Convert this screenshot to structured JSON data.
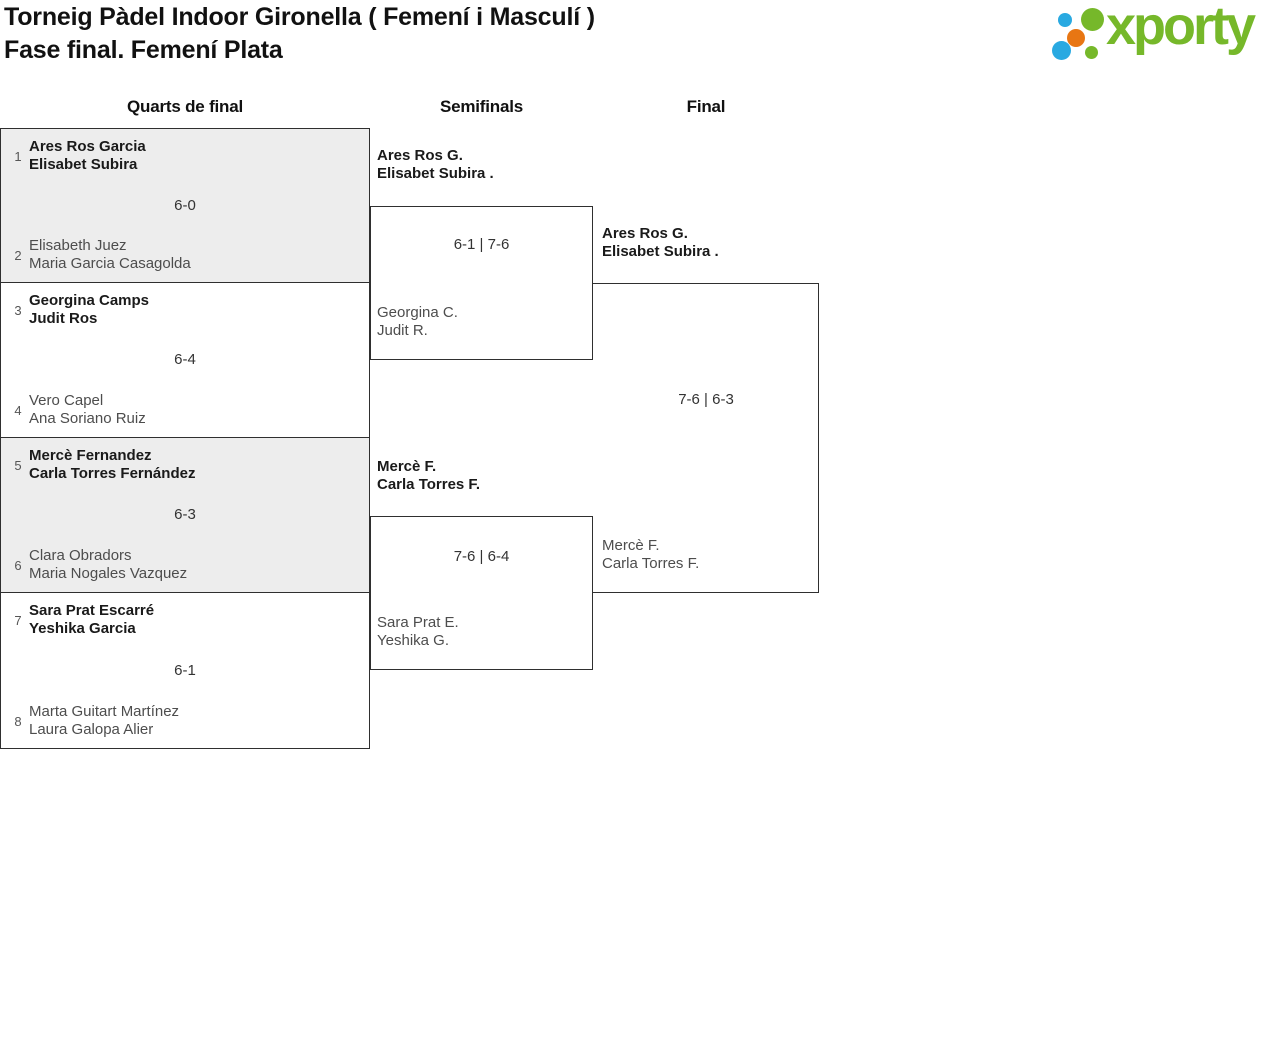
{
  "header": {
    "title_line1": "Torneig Pàdel Indoor Gironella ( Femení i Masculí )",
    "title_line2": "Fase final. Femení Plata",
    "logo_text": "xporty",
    "brand_colors": {
      "green": "#76b82a",
      "blue": "#29a9e1",
      "orange": "#e87613"
    }
  },
  "round_headers": {
    "quarterfinals": "Quarts de final",
    "semifinals": "Semifinals",
    "final": "Final"
  },
  "bracket": {
    "quarterfinals": [
      {
        "seed1": "1",
        "team1": [
          "Ares Ros Garcia",
          "Elisabet Subira"
        ],
        "score": "6-0",
        "seed2": "2",
        "team2": [
          "Elisabeth Juez",
          "Maria Garcia Casagolda"
        ],
        "winner": "team1"
      },
      {
        "seed1": "3",
        "team1": [
          "Georgina Camps",
          "Judit Ros"
        ],
        "score": "6-4",
        "seed2": "4",
        "team2": [
          "Vero Capel",
          "Ana Soriano Ruiz"
        ],
        "winner": "team1"
      },
      {
        "seed1": "5",
        "team1": [
          "Mercè Fernandez",
          "Carla Torres Fernández"
        ],
        "score": "6-3",
        "seed2": "6",
        "team2": [
          "Clara Obradors",
          "Maria Nogales Vazquez"
        ],
        "winner": "team1"
      },
      {
        "seed1": "7",
        "team1": [
          "Sara Prat Escarré",
          "Yeshika Garcia"
        ],
        "score": "6-1",
        "seed2": "8",
        "team2": [
          "Marta Guitart Martínez",
          "Laura Galopa Alier"
        ],
        "winner": "team1"
      }
    ],
    "semifinals": [
      {
        "team1": [
          "Ares Ros G.",
          "Elisabet Subira ."
        ],
        "score": "6-1 | 7-6",
        "team2": [
          "Georgina C.",
          "Judit R."
        ],
        "winner": "team1"
      },
      {
        "team1": [
          "Mercè F.",
          "Carla Torres F."
        ],
        "score": "7-6 | 6-4",
        "team2": [
          "Sara Prat E.",
          "Yeshika G."
        ],
        "winner": "team1"
      }
    ],
    "final": {
      "team1": [
        "Ares Ros G.",
        "Elisabet Subira ."
      ],
      "score": "7-6 | 6-3",
      "team2": [
        "Mercè F.",
        "Carla Torres F."
      ],
      "winner": "team1"
    }
  }
}
